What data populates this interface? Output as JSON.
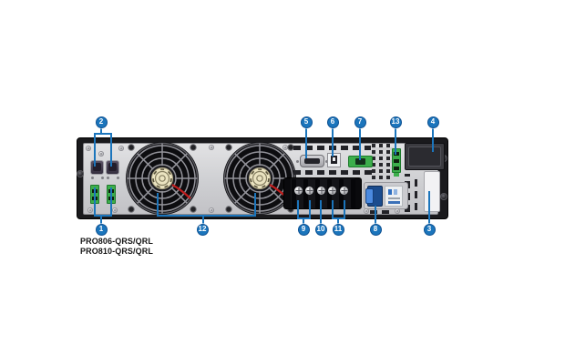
{
  "diagram": {
    "model_labels": [
      "PRO806-QRS/QRL",
      "PRO810-QRS/QRL"
    ]
  },
  "callouts": [
    {
      "num": "1",
      "target": "green-terminal-pair-left"
    },
    {
      "num": "2",
      "target": "db9-port-pair-left"
    },
    {
      "num": "3",
      "target": "side-label-strip"
    },
    {
      "num": "4",
      "target": "expansion-card-slot"
    },
    {
      "num": "5",
      "target": "serial-port"
    },
    {
      "num": "6",
      "target": "usb-port"
    },
    {
      "num": "7",
      "target": "green-connector-horizontal"
    },
    {
      "num": "8",
      "target": "circuit-breaker"
    },
    {
      "num": "9",
      "target": "terminal-screws-pair-left"
    },
    {
      "num": "10",
      "target": "terminal-screw-middle"
    },
    {
      "num": "11",
      "target": "terminal-screws-pair-right"
    },
    {
      "num": "12",
      "target": "cooling-fans"
    },
    {
      "num": "13",
      "target": "green-terminal-vertical"
    }
  ],
  "colors": {
    "callout_blue": "#1b75bc",
    "callout_border": "#0d5091",
    "terminal_green": "#3cae4b",
    "breaker_blue": "#4b8ae0",
    "fan_hub_cream": "#eae3c0",
    "wire_red": "#c01d1d",
    "chassis_black": "#1a1a1d",
    "panel_gray": "#cfcfd2",
    "label_white": "#f2f2f4"
  }
}
